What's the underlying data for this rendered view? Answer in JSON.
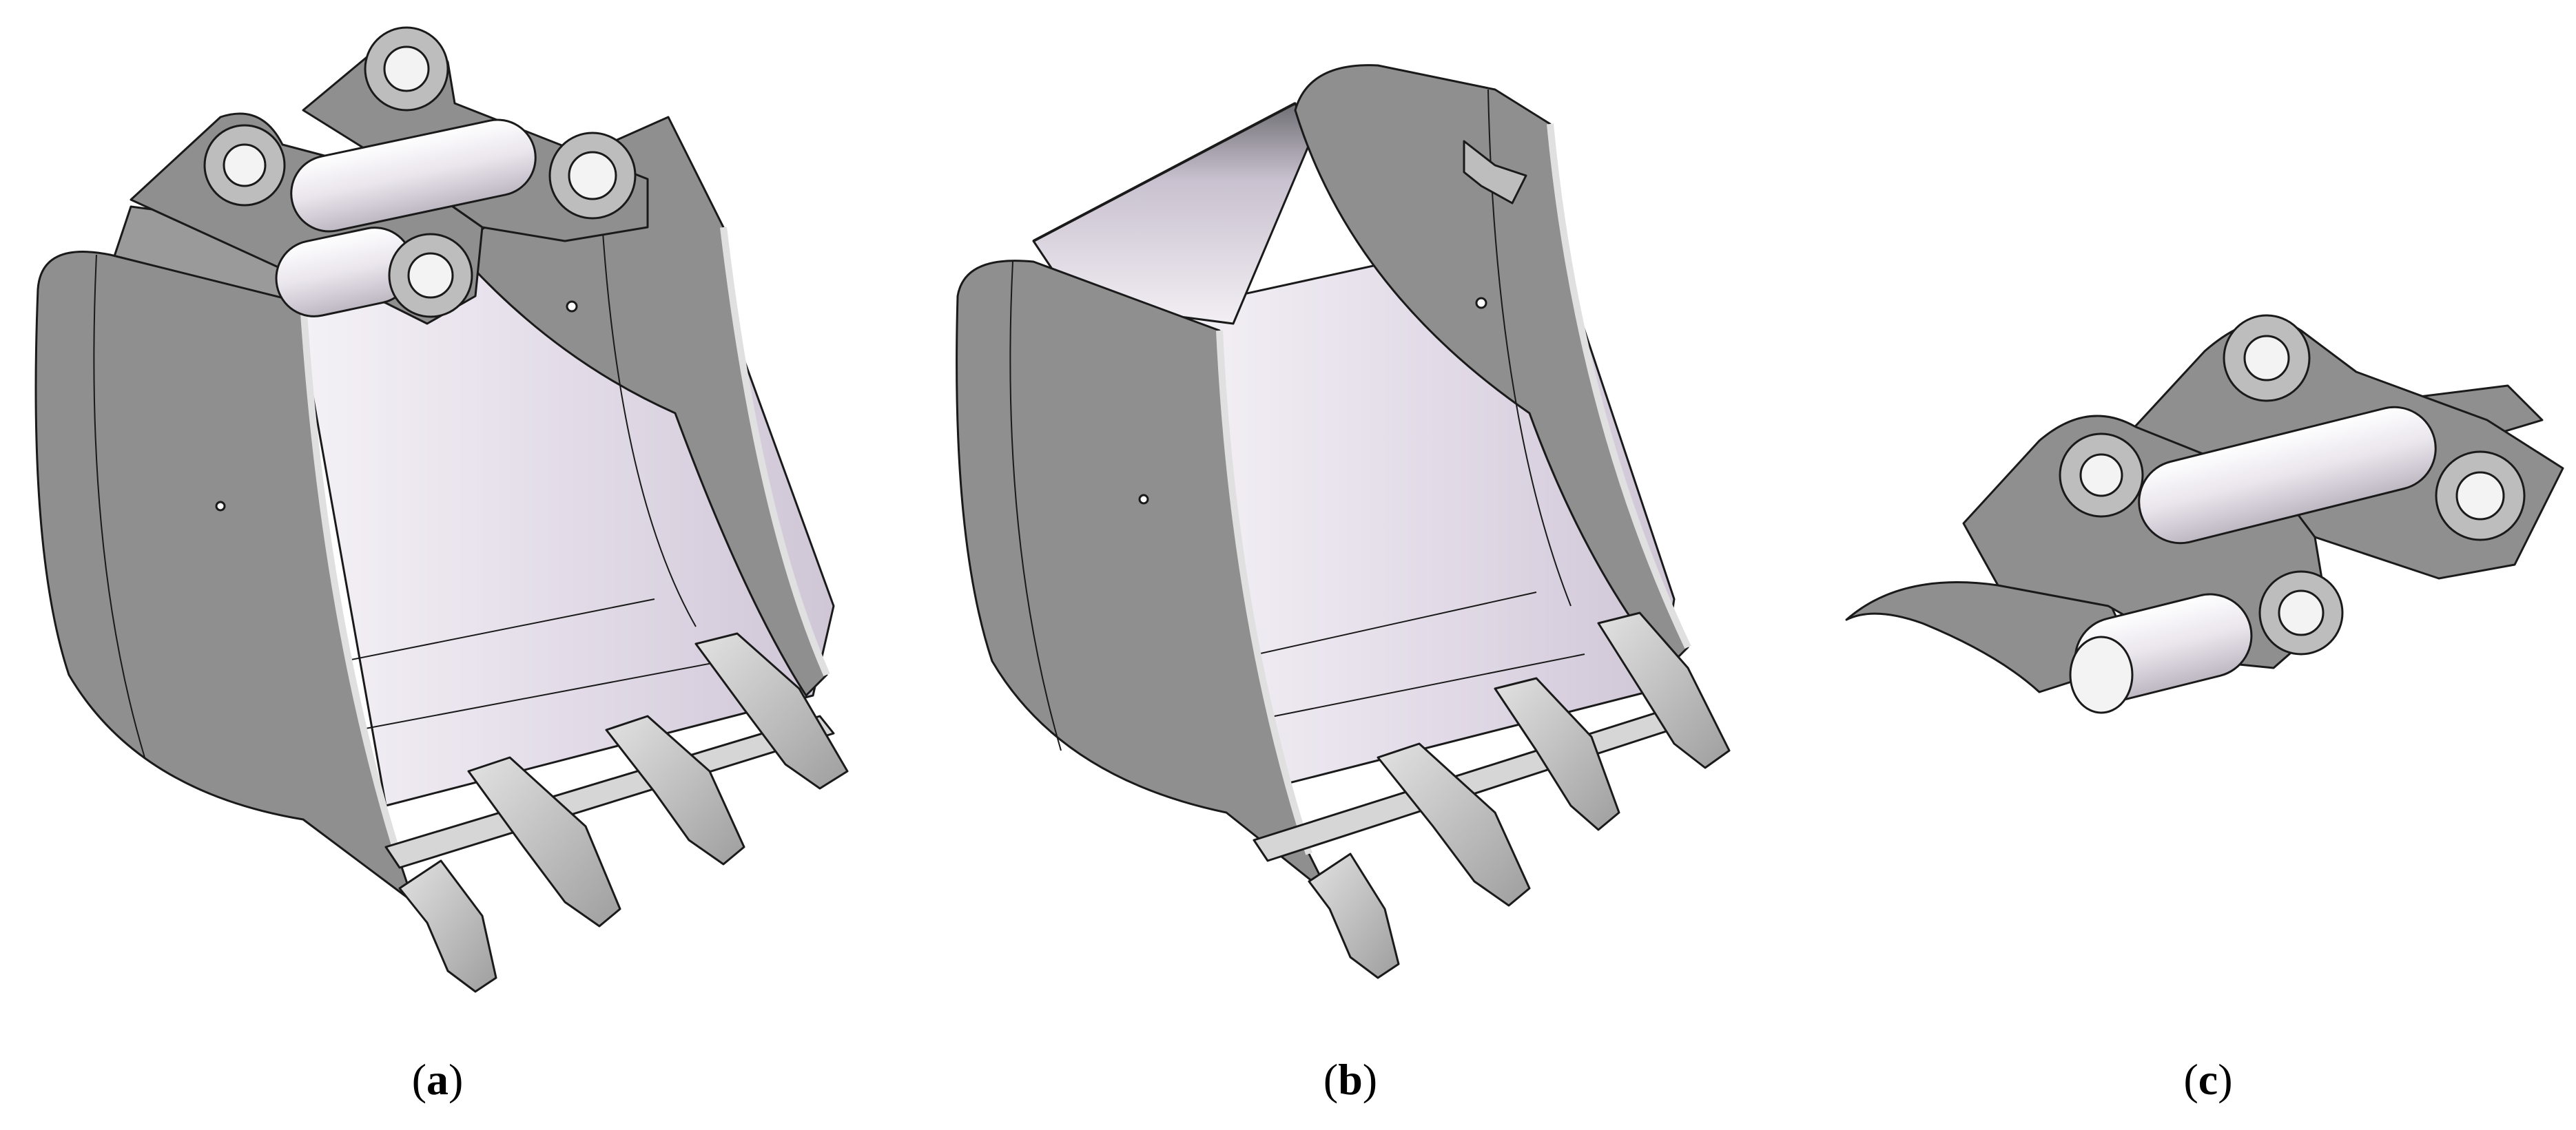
{
  "figure": {
    "panels": [
      {
        "id": "a",
        "caption_open": "(",
        "caption_letter": "a",
        "caption_close": ")"
      },
      {
        "id": "b",
        "caption_open": "(",
        "caption_letter": "b",
        "caption_close": ")"
      },
      {
        "id": "c",
        "caption_open": "(",
        "caption_letter": "c",
        "caption_close": ")"
      }
    ],
    "colors": {
      "side_plate": "#8f8f8f",
      "side_plate_edge": "#cfcfcf",
      "inner_surface": "#e7e3ea",
      "highlight": "#ffffff",
      "outline": "#1a1a1a",
      "tooth": "#bdbdbd"
    }
  }
}
